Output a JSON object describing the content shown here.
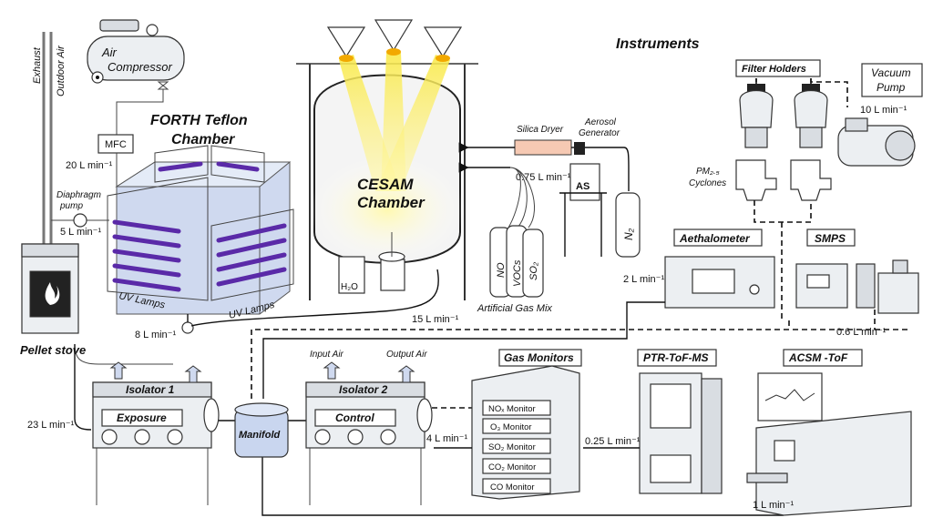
{
  "labels": {
    "exhaust": "Exhaust",
    "outdoor_air": "Outdoor Air",
    "air_compressor": [
      "Air",
      "Compressor"
    ],
    "mfc": "MFC",
    "forth_chamber": [
      "FORTH Teflon",
      "Chamber"
    ],
    "flow_20": "20 L min⁻¹",
    "diaphragm_pump": [
      "Diaphragm",
      "pump"
    ],
    "flow_5": "5 L min⁻¹",
    "pellet_stove": "Pellet stove",
    "uv_lamps_left": "UV Lamps",
    "uv_lamps_right": "UV Lamps",
    "flow_8": "8 L min⁻¹",
    "cesam_chamber": [
      "CESAM",
      "Chamber"
    ],
    "h2o": "H₂O",
    "flow_15": "15 L min⁻¹",
    "silica_dryer": "Silica Dryer",
    "aerosol_generator": [
      "Aerosol",
      "Generator"
    ],
    "flow_075": "0.75 L min⁻¹",
    "as_label": "AS",
    "n2": "N₂",
    "gas_cyl": [
      "NO",
      "VOCs",
      "SO₂"
    ],
    "artificial_gas_mix": "Artificial Gas Mix",
    "instruments": "Instruments",
    "filter_holders": "Filter Holders",
    "vacuum_pump": [
      "Vacuum",
      "Pump"
    ],
    "flow_10": "10 L min⁻¹",
    "pm_cyclones": [
      "PM₂.₅",
      "Cyclones"
    ],
    "aethalometer": "Aethalometer",
    "smps": "SMPS",
    "flow_2": "2 L min⁻¹",
    "flow_06": "0.6 L min⁻¹",
    "input_air": "Input Air",
    "output_air": "Output Air",
    "isolator1": "Isolator 1",
    "isolator2": "Isolator 2",
    "exposure": "Exposure",
    "control": "Control",
    "manifold": "Manifold",
    "flow_23": "23 L min⁻¹",
    "flow_4": "4 L min⁻¹",
    "gas_monitors": "Gas Monitors",
    "monitors": [
      "NOₓ Monitor",
      "O₃ Monitor",
      "SO₂ Monitor",
      "CO₂ Monitor",
      "CO Monitor"
    ],
    "ptr_tof_ms": "PTR-ToF-MS",
    "flow_025": "0.25 L min⁻¹",
    "acsm_tof": "ACSM -ToF",
    "flow_1": "1 L min⁻¹"
  },
  "colors": {
    "uv_lamp": "#5a2aa8",
    "light_beam": "#fff36a",
    "chamber_face": "#c9d6ef",
    "silica_dryer": "#f6c9b3"
  }
}
